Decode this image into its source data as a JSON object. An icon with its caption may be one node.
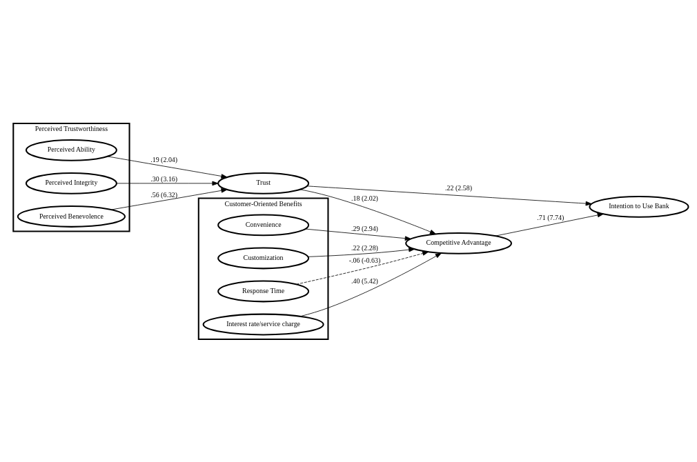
{
  "diagram": {
    "nodes": [
      {
        "text": [
          "Perceived Trustworthiness"
        ]
      },
      {
        "text": [
          "Perceived Ability"
        ],
        "in": 0
      },
      {
        "text": [
          "Perceived Integrity"
        ],
        "in": 0
      },
      {
        "text": [
          "Perceived Benevolence"
        ],
        "in": 0
      },
      {
        "text": [
          "Customer-Oriented Benefits"
        ]
      },
      {
        "text": [
          "Convenience"
        ],
        "in": 4
      },
      {
        "text": [
          "Customization"
        ],
        "in": 4
      },
      {
        "text": [
          "Response Time"
        ],
        "in": 4
      },
      {
        "text": [
          "Interest rate/service charge"
        ],
        "in": 4
      },
      {
        "text": [
          "Trust"
        ]
      },
      {
        "text": [
          "Competitive Advantage"
        ]
      },
      {
        "text": [
          "Intention to Use Bank"
        ]
      }
    ],
    "edges": [
      {
        "from": 1,
        "to": 9,
        "arrow": "to",
        "label": ".19 (2.04)"
      },
      {
        "from": 2,
        "to": 9,
        "arrow": "to",
        "label": ".30 (3.16)"
      },
      {
        "from": 3,
        "to": 9,
        "arrow": "to",
        "label": ".56 (6.32)"
      },
      {
        "from": 9,
        "to": 11,
        "arrow": "to",
        "label": ".22 (2.58)"
      },
      {
        "from": 9,
        "to": 10,
        "arrow": "to",
        "label": ".18 (2.02)"
      },
      {
        "from": 5,
        "to": 10,
        "arrow": "to",
        "label": ".29 (2.94)"
      },
      {
        "from": 6,
        "to": 10,
        "arrow": "to",
        "label": ".22 (2.28)"
      },
      {
        "from": 7,
        "to": 10,
        "arrow": "to",
        "label": "-.06 (-0.63)",
        "style": "dashed"
      },
      {
        "from": 8,
        "to": 10,
        "arrow": "to",
        "label": ".40 (5.42)"
      },
      {
        "from": 10,
        "to": 11,
        "arrow": "to",
        "label": ".71 (7.74)"
      }
    ]
  }
}
